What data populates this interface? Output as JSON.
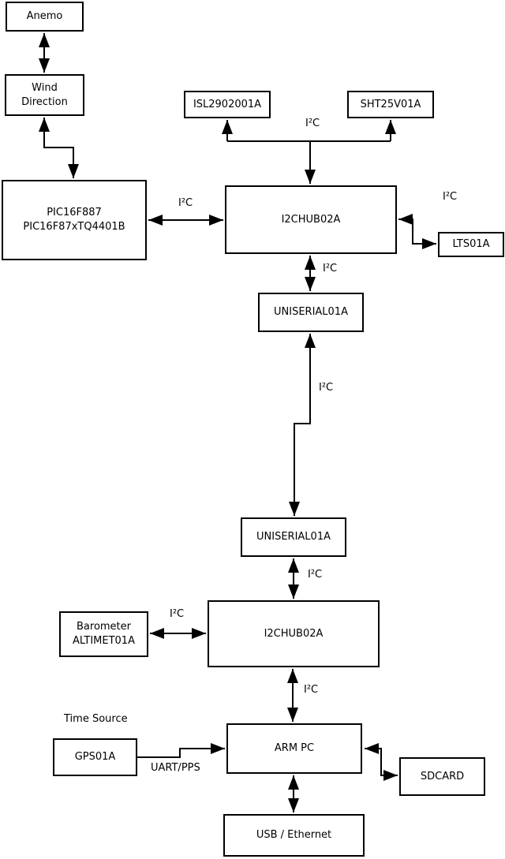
{
  "diagram": {
    "background_color": "#ffffff",
    "line_color": "#000000",
    "nodes": {
      "anemo": {
        "label": "Anemo"
      },
      "wind_direction": {
        "label": "Wind\nDirection"
      },
      "pic": {
        "label": "PIC16F887\nPIC16F87xTQ4401B"
      },
      "isl": {
        "label": "ISL2902001A"
      },
      "sht": {
        "label": "SHT25V01A"
      },
      "i2chub_top": {
        "label": "I2CHUB02A"
      },
      "lts": {
        "label": "LTS01A"
      },
      "uniserial_top": {
        "label": "UNISERIAL01A"
      },
      "uniserial_bottom": {
        "label": "UNISERIAL01A"
      },
      "i2chub_bottom": {
        "label": "I2CHUB02A"
      },
      "barometer": {
        "label": "Barometer\nALTIMET01A"
      },
      "gps": {
        "label": "GPS01A",
        "caption": "Time Source"
      },
      "arm_pc": {
        "label": "ARM PC"
      },
      "sdcard": {
        "label": "SDCARD"
      },
      "usb_ethernet": {
        "label": "USB / Ethernet"
      }
    },
    "edges": {
      "anemo_wind": {
        "from": "Anemo",
        "to": "Wind Direction",
        "bidirectional": true,
        "label": ""
      },
      "wind_pic": {
        "from": "Wind Direction",
        "to": "PIC16F887",
        "bidirectional": true,
        "label": ""
      },
      "pic_hub_top": {
        "from": "PIC16F887",
        "to": "I2CHUB02A (top)",
        "bidirectional": true,
        "label": "I²C"
      },
      "hub_top_isl_sht": {
        "from": "I2CHUB02A (top)",
        "to": "ISL2902001A / SHT25V01A",
        "bidirectional": true,
        "label": "I²C"
      },
      "hub_top_lts": {
        "from": "I2CHUB02A (top)",
        "to": "LTS01A",
        "bidirectional": true,
        "label": "I²C"
      },
      "hub_top_uniserial": {
        "from": "I2CHUB02A (top)",
        "to": "UNISERIAL01A (top)",
        "bidirectional": true,
        "label": "I²C"
      },
      "uniserial_link": {
        "from": "UNISERIAL01A (top)",
        "to": "UNISERIAL01A (bottom)",
        "bidirectional": true,
        "label": "I²C"
      },
      "uniserial_hub_bot": {
        "from": "UNISERIAL01A (bottom)",
        "to": "I2CHUB02A (bottom)",
        "bidirectional": true,
        "label": "I²C"
      },
      "baro_hub_bot": {
        "from": "Barometer ALTIMET01A",
        "to": "I2CHUB02A (bottom)",
        "bidirectional": true,
        "label": "I²C"
      },
      "hub_bot_arm": {
        "from": "I2CHUB02A (bottom)",
        "to": "ARM PC",
        "bidirectional": true,
        "label": "I²C"
      },
      "gps_arm": {
        "from": "GPS01A",
        "to": "ARM PC",
        "bidirectional": false,
        "label": "UART/PPS"
      },
      "arm_sdcard": {
        "from": "ARM PC",
        "to": "SDCARD",
        "bidirectional": true,
        "label": ""
      },
      "arm_usb": {
        "from": "ARM PC",
        "to": "USB / Ethernet",
        "bidirectional": true,
        "label": ""
      }
    }
  }
}
